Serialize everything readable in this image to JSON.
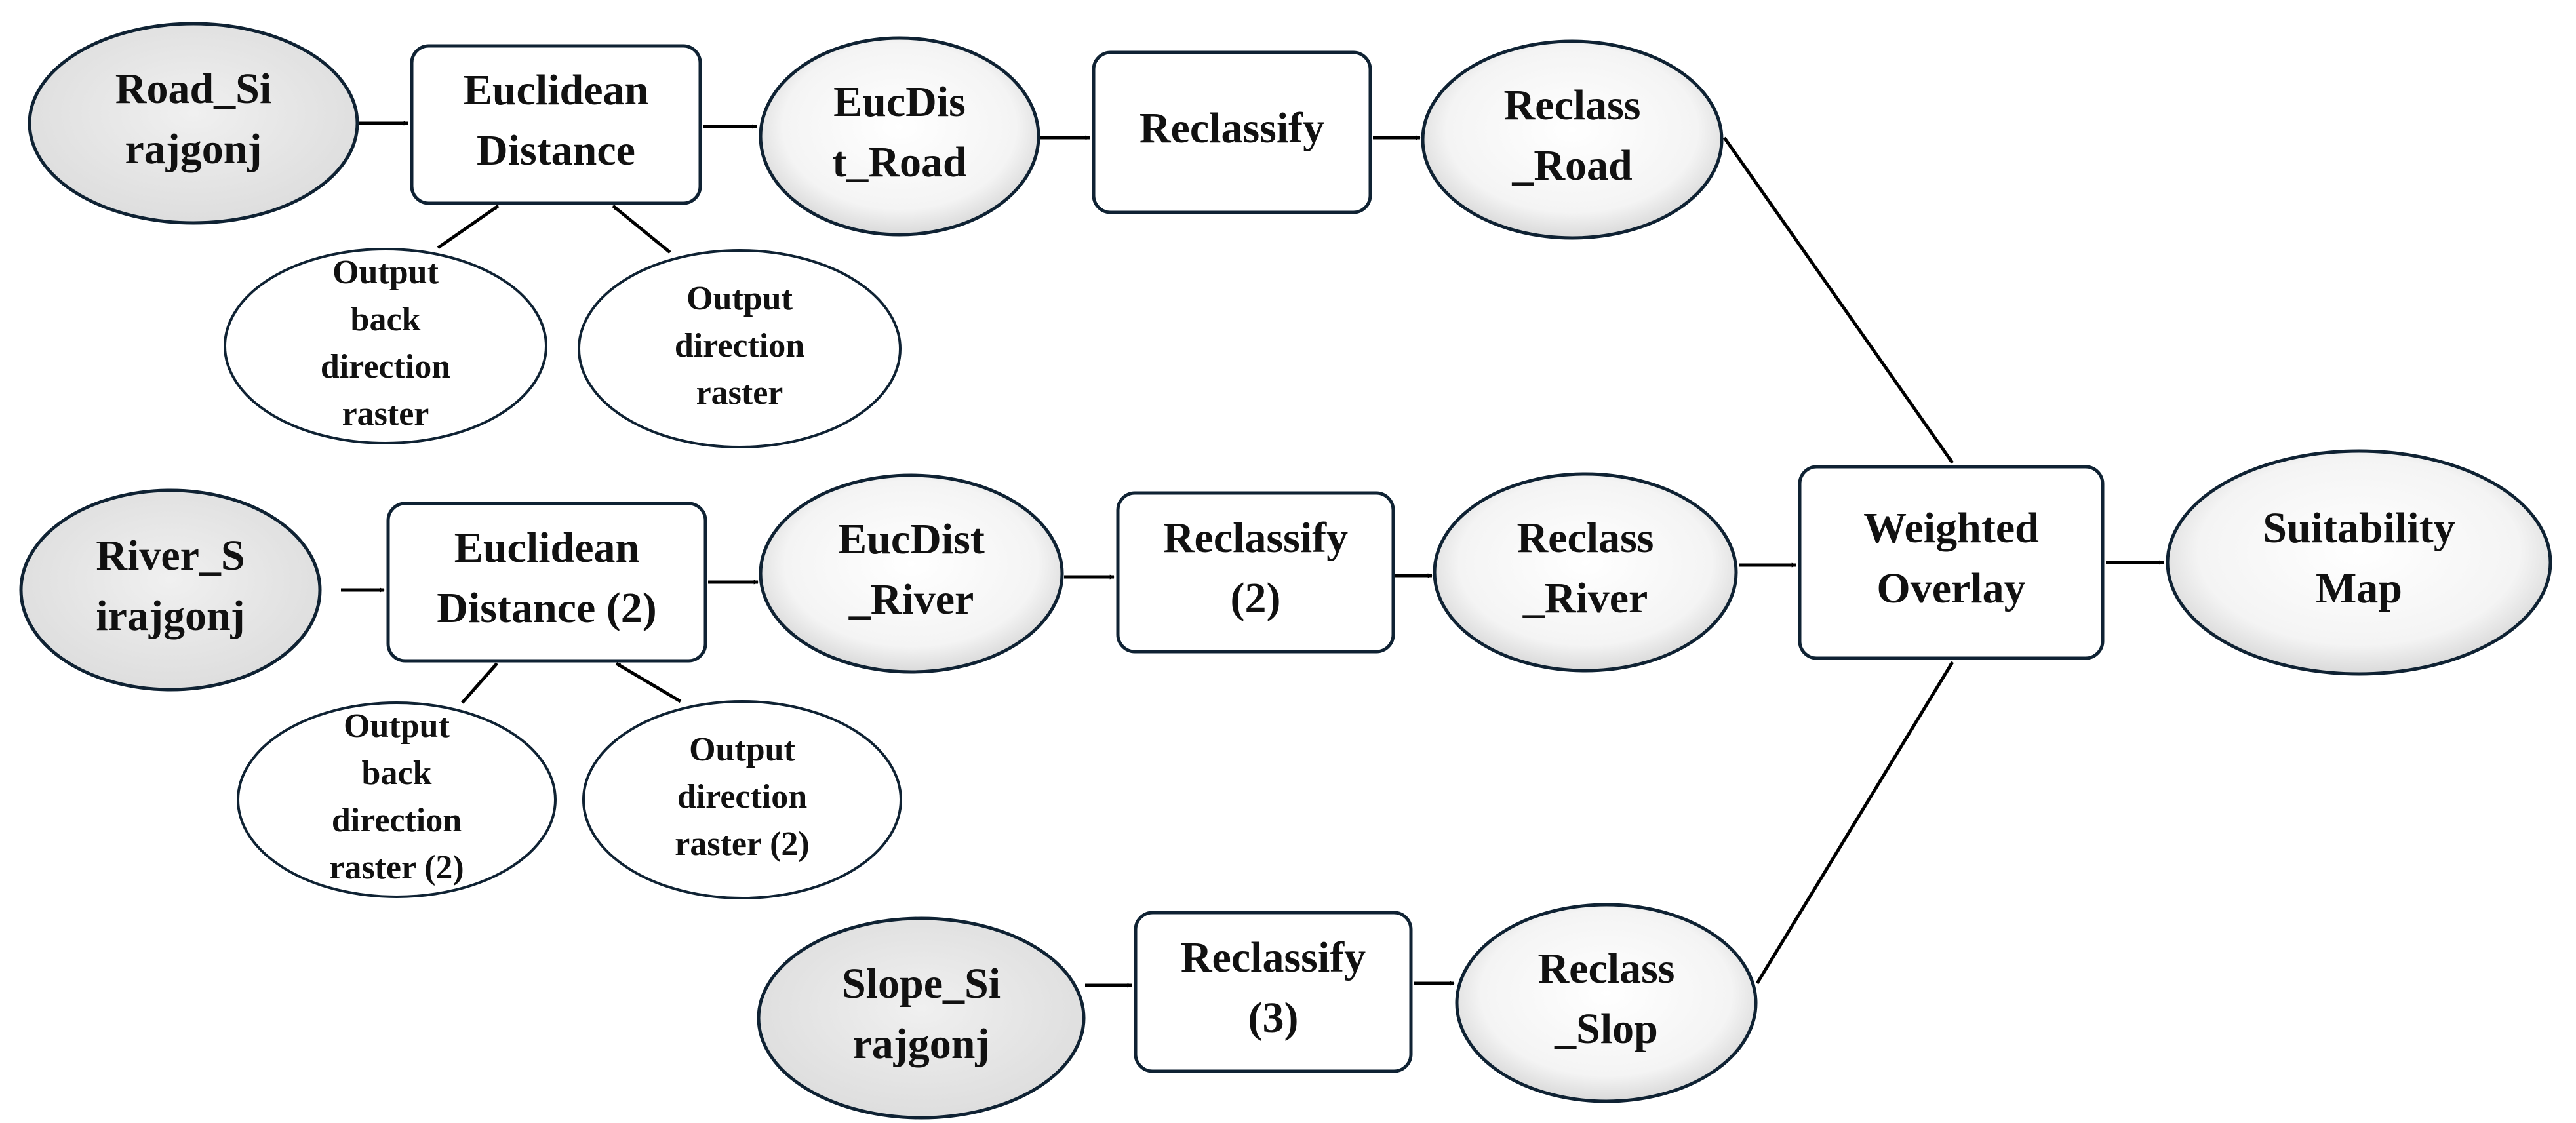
{
  "diagram": {
    "nodes": {
      "road_input": {
        "lines": [
          "Road_Si",
          "rajgonj"
        ],
        "kind": "input"
      },
      "euc_dist_1": {
        "lines": [
          "Euclidean",
          "Distance"
        ],
        "kind": "tool"
      },
      "out_back_1": {
        "lines": [
          "Output",
          "back",
          "direction",
          "raster"
        ],
        "kind": "output"
      },
      "out_dir_1": {
        "lines": [
          "Output",
          "direction",
          "raster"
        ],
        "kind": "output"
      },
      "eucdist_road": {
        "lines": [
          "EucDis",
          "t_Road"
        ],
        "kind": "derived"
      },
      "reclassify_1": {
        "lines": [
          "Reclassify"
        ],
        "kind": "tool"
      },
      "reclass_road": {
        "lines": [
          "Reclass",
          "_Road"
        ],
        "kind": "derived"
      },
      "river_input": {
        "lines": [
          "River_S",
          "irajgonj"
        ],
        "kind": "input"
      },
      "euc_dist_2": {
        "lines": [
          "Euclidean",
          "Distance (2)"
        ],
        "kind": "tool"
      },
      "out_back_2": {
        "lines": [
          "Output",
          "back",
          "direction",
          "raster (2)"
        ],
        "kind": "output"
      },
      "out_dir_2": {
        "lines": [
          "Output",
          "direction",
          "raster (2)"
        ],
        "kind": "output"
      },
      "eucdist_river": {
        "lines": [
          "EucDist",
          "_River"
        ],
        "kind": "derived"
      },
      "reclassify_2": {
        "lines": [
          "Reclassify",
          "(2)"
        ],
        "kind": "tool"
      },
      "reclass_river": {
        "lines": [
          "Reclass",
          "_River"
        ],
        "kind": "derived"
      },
      "slope_input": {
        "lines": [
          "Slope_Si",
          "rajgonj"
        ],
        "kind": "input"
      },
      "reclassify_3": {
        "lines": [
          "Reclassify",
          "(3)"
        ],
        "kind": "tool"
      },
      "reclass_slop": {
        "lines": [
          "Reclass",
          "_Slop"
        ],
        "kind": "derived"
      },
      "weighted_overlay": {
        "lines": [
          "Weighted",
          "Overlay"
        ],
        "kind": "tool"
      },
      "suitability_map": {
        "lines": [
          "Suitability",
          "Map"
        ],
        "kind": "derived"
      }
    },
    "edges": [
      [
        "road_input",
        "euc_dist_1"
      ],
      [
        "out_back_1",
        "euc_dist_1"
      ],
      [
        "out_dir_1",
        "euc_dist_1"
      ],
      [
        "euc_dist_1",
        "eucdist_road"
      ],
      [
        "eucdist_road",
        "reclassify_1"
      ],
      [
        "reclassify_1",
        "reclass_road"
      ],
      [
        "reclass_road",
        "weighted_overlay"
      ],
      [
        "river_input",
        "euc_dist_2"
      ],
      [
        "out_back_2",
        "euc_dist_2"
      ],
      [
        "out_dir_2",
        "euc_dist_2"
      ],
      [
        "euc_dist_2",
        "eucdist_river"
      ],
      [
        "eucdist_river",
        "reclassify_2"
      ],
      [
        "reclassify_2",
        "reclass_river"
      ],
      [
        "reclass_river",
        "weighted_overlay"
      ],
      [
        "slope_input",
        "reclassify_3"
      ],
      [
        "reclassify_3",
        "reclass_slop"
      ],
      [
        "reclass_slop",
        "weighted_overlay"
      ],
      [
        "weighted_overlay",
        "suitability_map"
      ]
    ],
    "colors": {
      "input_fill": "#e8e8e8",
      "derived_fill_center": "#ffffff",
      "derived_fill_edge": "#d0d0d0",
      "tool_fill": "#ffffff",
      "output_fill": "#ffffff",
      "border": "#0f2233",
      "arrow": "#000000"
    }
  }
}
